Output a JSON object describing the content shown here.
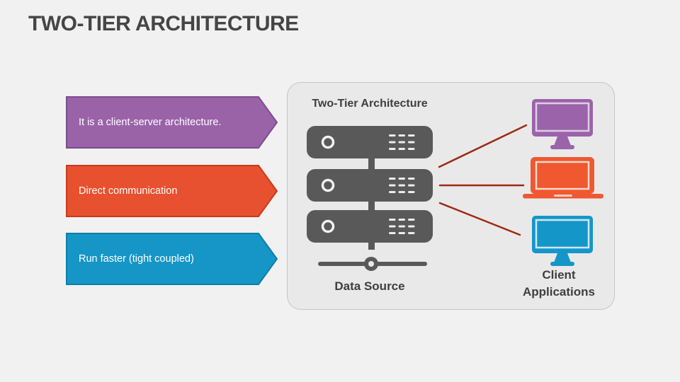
{
  "slide": {
    "title": "TWO-TIER ARCHITECTURE"
  },
  "bullets": [
    {
      "label": "It is a client-server architecture.",
      "fill": "#9a63a8",
      "border": "#7c4e8b"
    },
    {
      "label": "Direct communication",
      "fill": "#e8512f",
      "border": "#c83c1c"
    },
    {
      "label": "Run faster (tight coupled)",
      "fill": "#1596c6",
      "border": "#0e7ea6"
    }
  ],
  "panel": {
    "title": "Two-Tier Architecture",
    "server_label": "Data Source",
    "clients_label": "Client\nApplications"
  },
  "colors": {
    "page_bg": "#f1f1f2",
    "panel_bg": "#e9e9ea",
    "panel_border": "#c6c6c6",
    "title_text": "#454545",
    "label_text": "#3f3f3f",
    "server_gray": "#595959",
    "connector_red": "#9c2b10",
    "monitor_purple": "#9b63aa",
    "laptop_orange": "#f0582f",
    "monitor_blue": "#1596c8"
  }
}
